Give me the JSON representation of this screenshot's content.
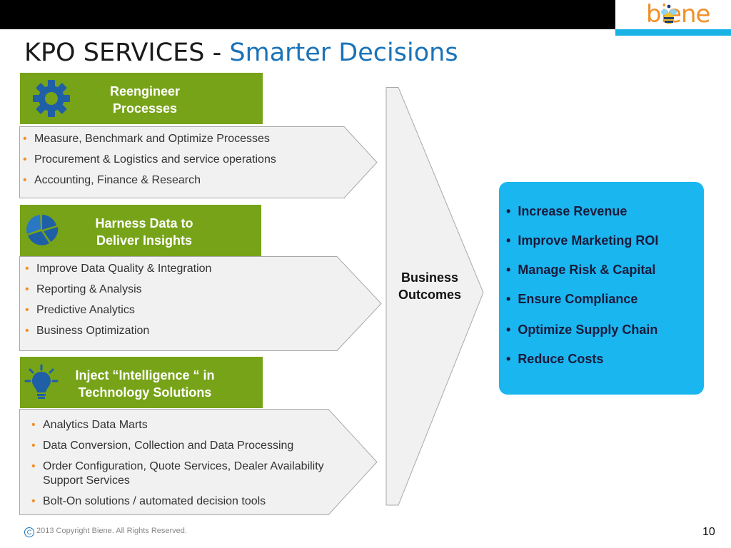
{
  "header": {
    "logo_text": "biene",
    "title_main": "KPO SERVICES - ",
    "title_accent": "Smarter Decisions"
  },
  "sections": [
    {
      "heading_line1": "Reengineer",
      "heading_line2": "Processes",
      "icon": "gear-icon",
      "bullets": [
        "Measure, Benchmark and Optimize Processes",
        "Procurement & Logistics and service operations",
        "Accounting, Finance & Research"
      ]
    },
    {
      "heading_line1": "Harness Data to",
      "heading_line2": "Deliver Insights",
      "icon": "pie-chart-icon",
      "bullets": [
        "Improve Data Quality & Integration",
        "Reporting & Analysis",
        "Predictive Analytics",
        "Business Optimization"
      ]
    },
    {
      "heading_line1": "Inject “Intelligence “ in",
      "heading_line2": "Technology Solutions",
      "icon": "lightbulb-icon",
      "bullets": [
        "Analytics Data Marts",
        "Data Conversion, Collection and Data Processing",
        "Order Configuration, Quote Services, Dealer Availability Support Services",
        "Bolt-On solutions / automated decision tools"
      ]
    }
  ],
  "center": {
    "line1": "Business",
    "line2": "Outcomes"
  },
  "outcomes": [
    "Increase Revenue",
    "Improve Marketing ROI",
    "Manage Risk & Capital",
    "Ensure Compliance",
    "Optimize Supply Chain",
    "Reduce Costs"
  ],
  "footer": {
    "copyright_symbol": "C",
    "copyright": "2013 Copyright Biene. All Rights Reserved.",
    "page_number": "10"
  },
  "colors": {
    "green": "#77a318",
    "blue_box": "#1ab6f0",
    "accent_blue": "#1a73b8",
    "bullet_orange": "#f0902a",
    "icon_blue": "#1f5fa6"
  }
}
